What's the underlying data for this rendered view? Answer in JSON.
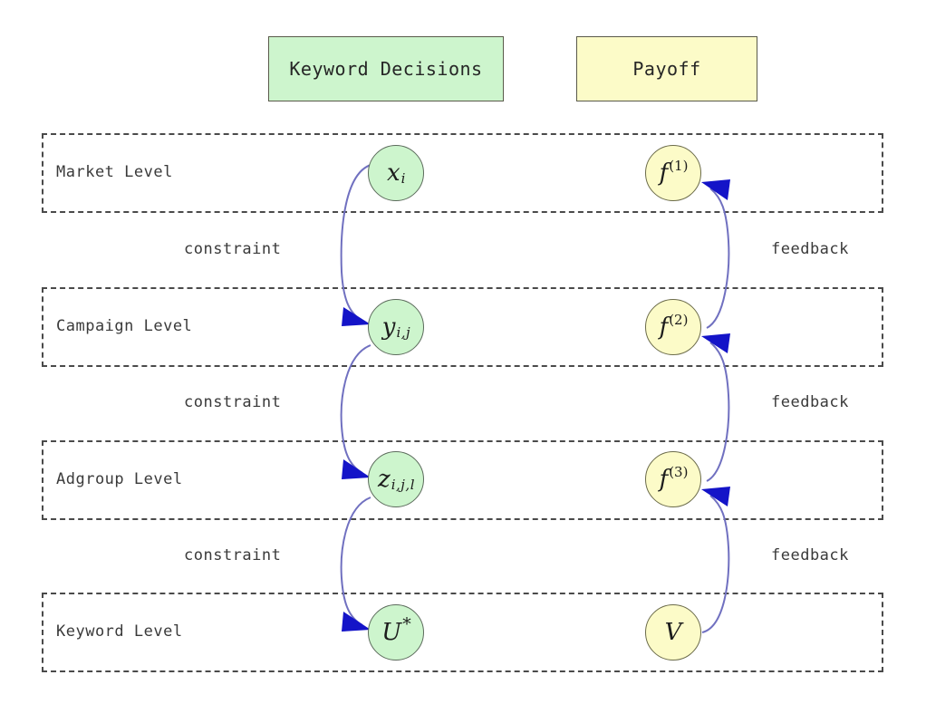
{
  "diagram": {
    "title_boxes": [
      {
        "id": "keyword-decisions",
        "label": "Keyword Decisions",
        "color": "#cdf5cd"
      },
      {
        "id": "payoff",
        "label": "Payoff",
        "color": "#fcfbc8"
      }
    ],
    "levels": [
      {
        "id": "market",
        "label": "Market Level"
      },
      {
        "id": "campaign",
        "label": "Campaign Level"
      },
      {
        "id": "adgroup",
        "label": "Adgroup Level"
      },
      {
        "id": "keyword",
        "label": "Keyword Level"
      }
    ],
    "edge_labels": {
      "constraint": "constraint",
      "feedback": "feedback"
    },
    "edge_label_rows": [
      {
        "left": "constraint",
        "right": "feedback"
      },
      {
        "left": "constraint",
        "right": "feedback"
      },
      {
        "left": "constraint",
        "right": "feedback"
      }
    ],
    "decision_nodes": [
      {
        "id": "x",
        "level": "market",
        "base": "x",
        "sub": "i",
        "sup": "",
        "color": "#cdf5cd"
      },
      {
        "id": "y",
        "level": "campaign",
        "base": "y",
        "sub": "i,j",
        "sup": "",
        "color": "#cdf5cd"
      },
      {
        "id": "z",
        "level": "adgroup",
        "base": "z",
        "sub": "i,j,l",
        "sup": "",
        "color": "#cdf5cd"
      },
      {
        "id": "u",
        "level": "keyword",
        "base": "U",
        "sub": "",
        "sup": "*",
        "color": "#cdf5cd"
      }
    ],
    "payoff_nodes": [
      {
        "id": "f1",
        "level": "market",
        "base": "f",
        "sup": "(1)",
        "color": "#fcfbc8"
      },
      {
        "id": "f2",
        "level": "campaign",
        "base": "f",
        "sup": "(2)",
        "color": "#fcfbc8"
      },
      {
        "id": "f3",
        "level": "adgroup",
        "base": "f",
        "sup": "(3)",
        "color": "#fcfbc8"
      },
      {
        "id": "v",
        "level": "keyword",
        "base": "V",
        "sup": "",
        "color": "#fcfbc8"
      }
    ],
    "connections": [
      {
        "from": "x",
        "to": "y",
        "label": "constraint",
        "direction": "downward"
      },
      {
        "from": "y",
        "to": "z",
        "label": "constraint",
        "direction": "downward"
      },
      {
        "from": "z",
        "to": "u",
        "label": "constraint",
        "direction": "downward"
      },
      {
        "from": "f2",
        "to": "f1",
        "label": "feedback",
        "direction": "upward"
      },
      {
        "from": "f3",
        "to": "f2",
        "label": "feedback",
        "direction": "upward"
      },
      {
        "from": "v",
        "to": "f3",
        "label": "feedback",
        "direction": "upward"
      }
    ],
    "colors": {
      "decision_fill": "#cdf5cd",
      "payoff_fill": "#fcfbc8",
      "edge_stroke": "#7070c0",
      "arrow_fill": "#1414c8",
      "band_border": "#4a4a4a",
      "text": "#3a3a3a"
    }
  }
}
